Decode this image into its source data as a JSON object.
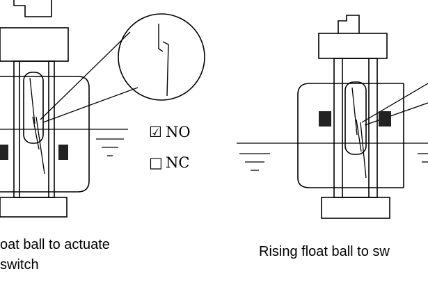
{
  "diagram": {
    "legend": {
      "no_mark": "☑",
      "no_label": "NO",
      "nc_mark": "□",
      "nc_label": "NC"
    },
    "captions": {
      "left_line1": "oat ball to actuate",
      "left_line2": "switch",
      "right_line1": "Rising float ball to sw"
    },
    "colors": {
      "stroke": "#000000",
      "magnet": "#222222",
      "background": "#ffffff"
    }
  }
}
